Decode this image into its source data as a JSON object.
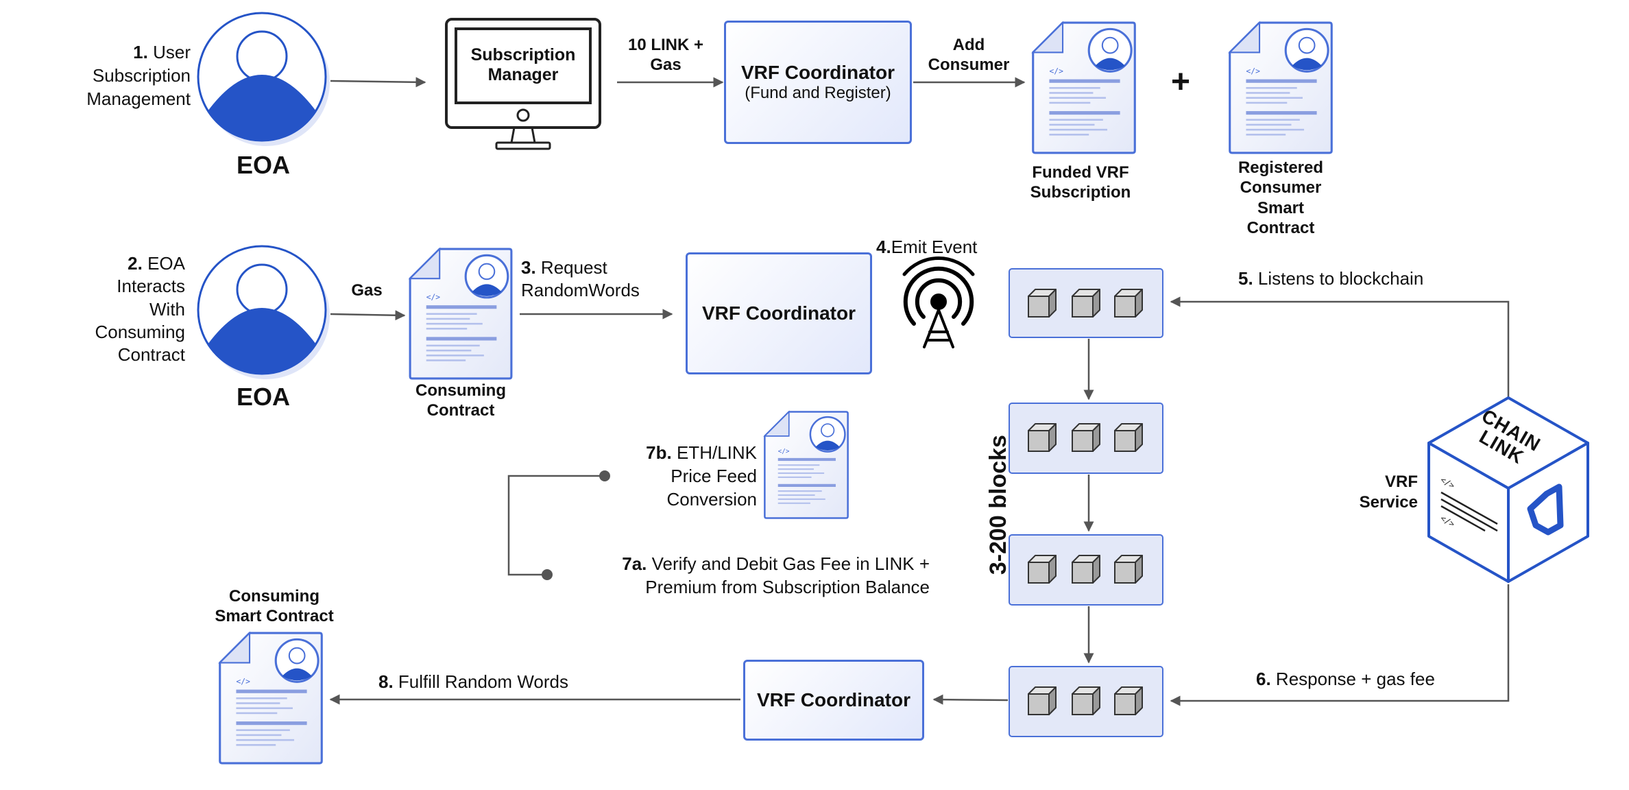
{
  "eoa_label": "EOA",
  "step1": {
    "num": "1.",
    "text_lines": [
      "User",
      "Subscription",
      "Management"
    ]
  },
  "subscription_manager": {
    "lines": [
      "Subscription",
      "Manager"
    ]
  },
  "arrow_top_label": {
    "lines": [
      "10 LINK +",
      "Gas"
    ]
  },
  "vrf_fund": {
    "title": "VRF Coordinator",
    "sub": "(Fund and Register)"
  },
  "add_consumer": {
    "lines": [
      "Add",
      "Consumer"
    ]
  },
  "plus": "+",
  "funded_sub": {
    "lines": [
      "Funded VRF",
      "Subscription"
    ]
  },
  "registered_consumer": {
    "lines": [
      "Registered",
      "Consumer",
      "Smart",
      "Contract"
    ]
  },
  "step2": {
    "num": "2.",
    "text_lines": [
      "EOA",
      "Interacts",
      "With",
      "Consuming",
      "Contract"
    ]
  },
  "gas_label": "Gas",
  "consuming_contract": {
    "lines": [
      "Consuming",
      "Contract"
    ]
  },
  "step3": {
    "num": "3.",
    "lines": [
      "Request",
      "RandomWords"
    ]
  },
  "vrf_coord_mid": "VRF Coordinator",
  "step4": {
    "num": "4.",
    "text": "Emit Event"
  },
  "step5": {
    "num": "5.",
    "text": "Listens to blockchain"
  },
  "blocks_label": "3-200 blocks",
  "vrf_service": {
    "lines": [
      "VRF",
      "Service"
    ]
  },
  "chainlink_logo": {
    "lines": [
      "CHAIN",
      "LINK"
    ]
  },
  "step7b": {
    "num": "7b.",
    "lines": [
      "ETH/LINK",
      "Price Feed",
      "Conversion"
    ]
  },
  "step7a": {
    "num": "7a.",
    "lines": [
      "Verify and Debit Gas Fee in LINK +",
      "Premium from Subscription Balance"
    ]
  },
  "step6": {
    "num": "6.",
    "text": "Response + gas fee"
  },
  "consuming_smart_contract": {
    "lines": [
      "Consuming",
      "Smart Contract"
    ]
  },
  "step8": {
    "num": "8.",
    "text": "Fulfill Random Words"
  },
  "vrf_coord_bottom": "VRF Coordinator",
  "colors": {
    "accent": "#2554c7",
    "box_border": "#4a70d8",
    "box_fill": "#e2e8fb",
    "arrow": "#555555",
    "block": "#c8c8c8"
  }
}
